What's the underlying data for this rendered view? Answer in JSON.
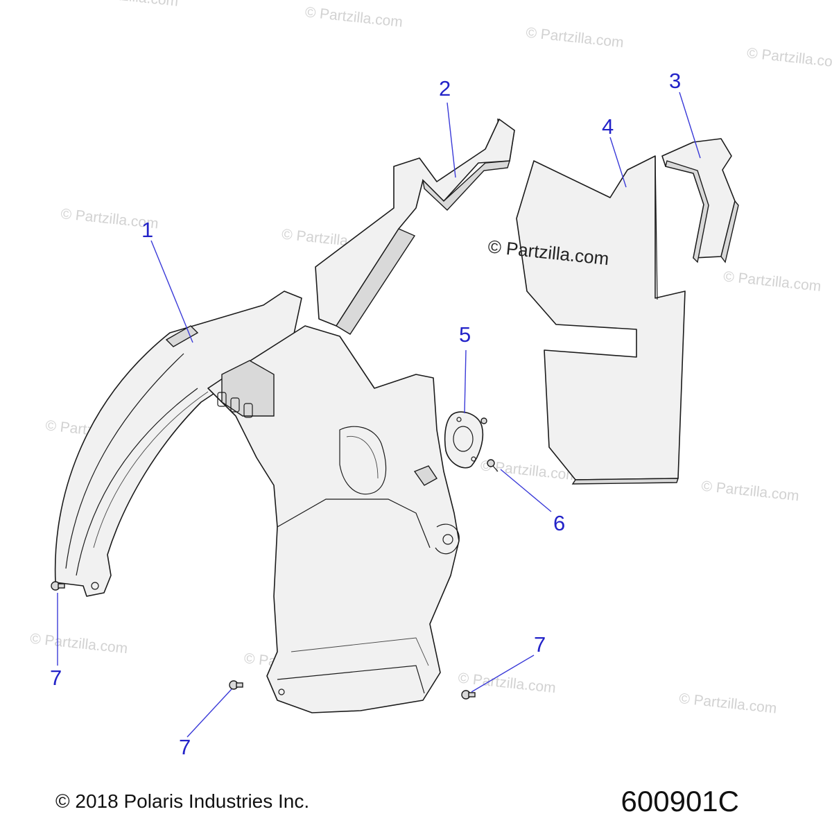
{
  "watermark": "© Partzilla.com",
  "callouts": {
    "c1": "1",
    "c2": "2",
    "c3": "3",
    "c4": "4",
    "c5": "5",
    "c6": "6",
    "c7a": "7",
    "c7b": "7",
    "c7c": "7"
  },
  "footer": {
    "copyright": "© 2018 Polaris Industries Inc.",
    "diagram_number": "600901C"
  },
  "colors": {
    "callout": "#2323c8",
    "line": "#1a1a1a",
    "part_fill": "#f1f1f1"
  }
}
